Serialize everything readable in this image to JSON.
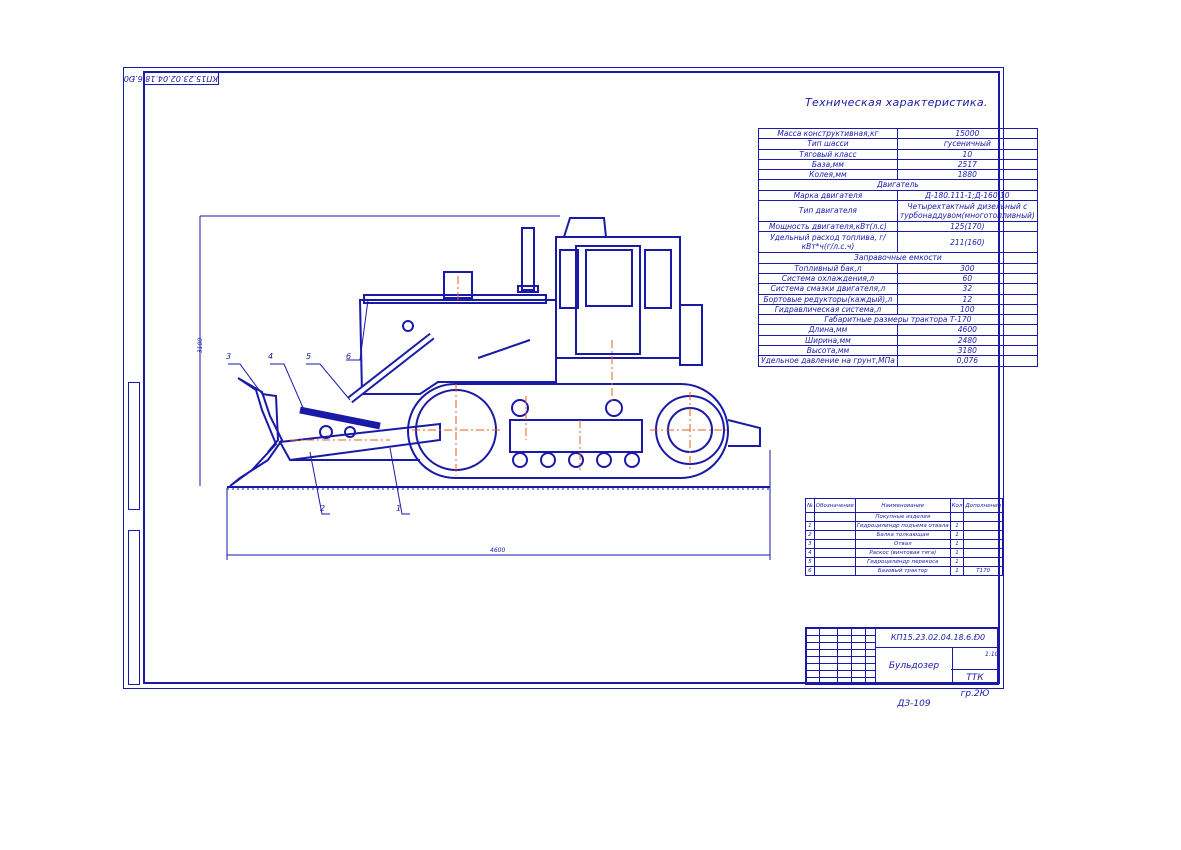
{
  "drawing": {
    "code": "КП15.23.02.04.18.6.Ð0",
    "title": "Техническая характеристика.",
    "dim_height": "3180",
    "dim_length": "4600",
    "callouts": [
      "1",
      "2",
      "3",
      "4",
      "5",
      "6"
    ]
  },
  "spec_rows": [
    [
      "Масса конструктивная,кг",
      "15000"
    ],
    [
      "Тип шасси",
      "гусеничный"
    ],
    [
      "Тяговый класс",
      "10"
    ],
    [
      "База,мм",
      "2517"
    ],
    [
      "Колея,мм",
      "1880"
    ],
    [
      "Двигатель",
      ""
    ],
    [
      "Марка двигателя",
      "Д-180.111-1;Д-160.10"
    ],
    [
      "Тип двигателя",
      "Четырехтактный дизельный с турбонаддувом(многотопливный)"
    ],
    [
      "Мощность двигателя,кВт(л.с)",
      "125(170)"
    ],
    [
      "Удельный расход топлива, г/кВт*ч(г/л.с.ч)",
      "211(160)"
    ],
    [
      "Заправочные емкости",
      ""
    ],
    [
      "Топливный бак,л",
      "300"
    ],
    [
      "Система охлаждения,л",
      "60"
    ],
    [
      "Система смазки двигателя,л",
      "32"
    ],
    [
      "Бортовые редукторы(каждый),л",
      "12"
    ],
    [
      "Гидравлическая система,л",
      "100"
    ],
    [
      "Габаритные размеры трактора Т-170",
      ""
    ],
    [
      "Длина,мм",
      "4600"
    ],
    [
      "Ширина,мм",
      "2480"
    ],
    [
      "Высота,мм",
      "3180"
    ],
    [
      "Удельное давление на грунт,МПа",
      "0,076"
    ]
  ],
  "parts_header": [
    "№",
    "Обозначение",
    "Наименование",
    "Кол",
    "Дополнения"
  ],
  "parts_group": "Покупные изделия",
  "parts_rows": [
    [
      "1",
      "",
      "Гидроцилиндр подъема отвала",
      "1",
      ""
    ],
    [
      "2",
      "",
      "Балка толкающая",
      "1",
      ""
    ],
    [
      "3",
      "",
      "Отвал",
      "1",
      ""
    ],
    [
      "4",
      "",
      "Раскос (винтовая тяга)",
      "1",
      ""
    ],
    [
      "5",
      "",
      "Гидроцилиндр перекоса",
      "1",
      ""
    ],
    [
      "6",
      "",
      "Базовый трактор",
      "1",
      "Т170"
    ]
  ],
  "stamp": {
    "doc": "КП15.23.02.04.18.6.Ð0",
    "name": "Бульдозер ДЗ-109",
    "org": "ТТК гр.2Ю",
    "scale": "1:10"
  }
}
